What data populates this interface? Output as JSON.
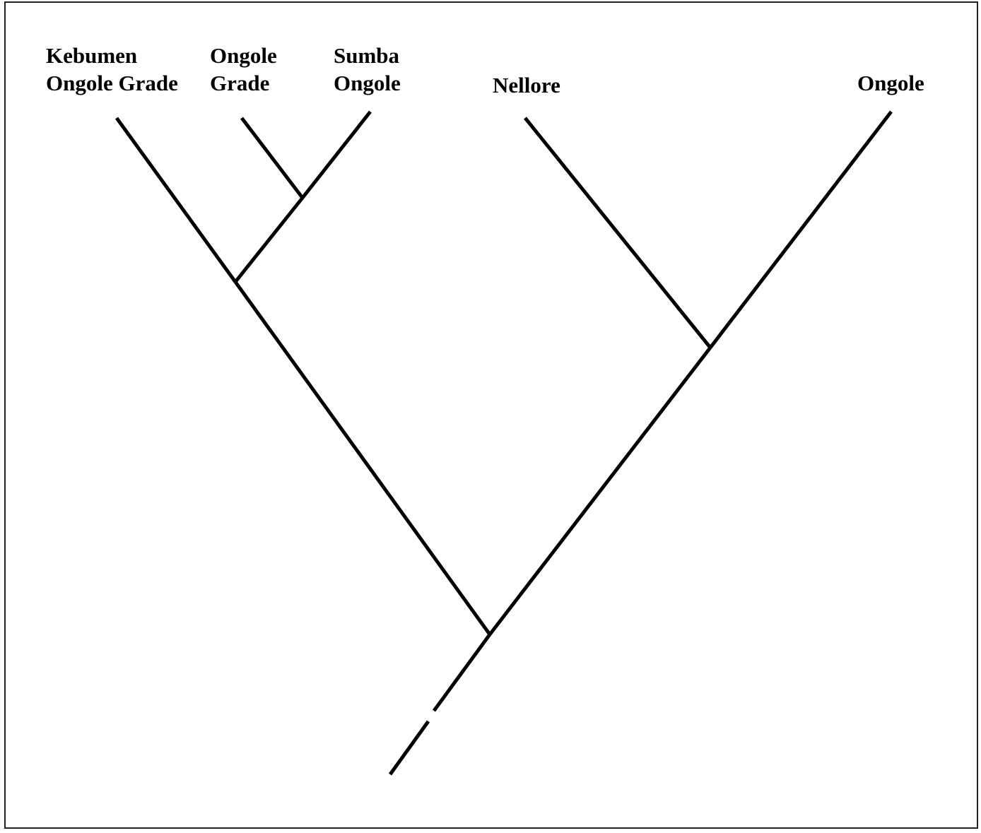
{
  "taxa": [
    {
      "lines": [
        "Kebumen",
        "Ongole Grade"
      ]
    },
    {
      "lines": [
        "Ongole",
        "Grade"
      ]
    },
    {
      "lines": [
        "Sumba",
        "Ongole"
      ]
    },
    {
      "lines": [
        "Nellore"
      ]
    },
    {
      "lines": [
        "Ongole"
      ]
    }
  ]
}
